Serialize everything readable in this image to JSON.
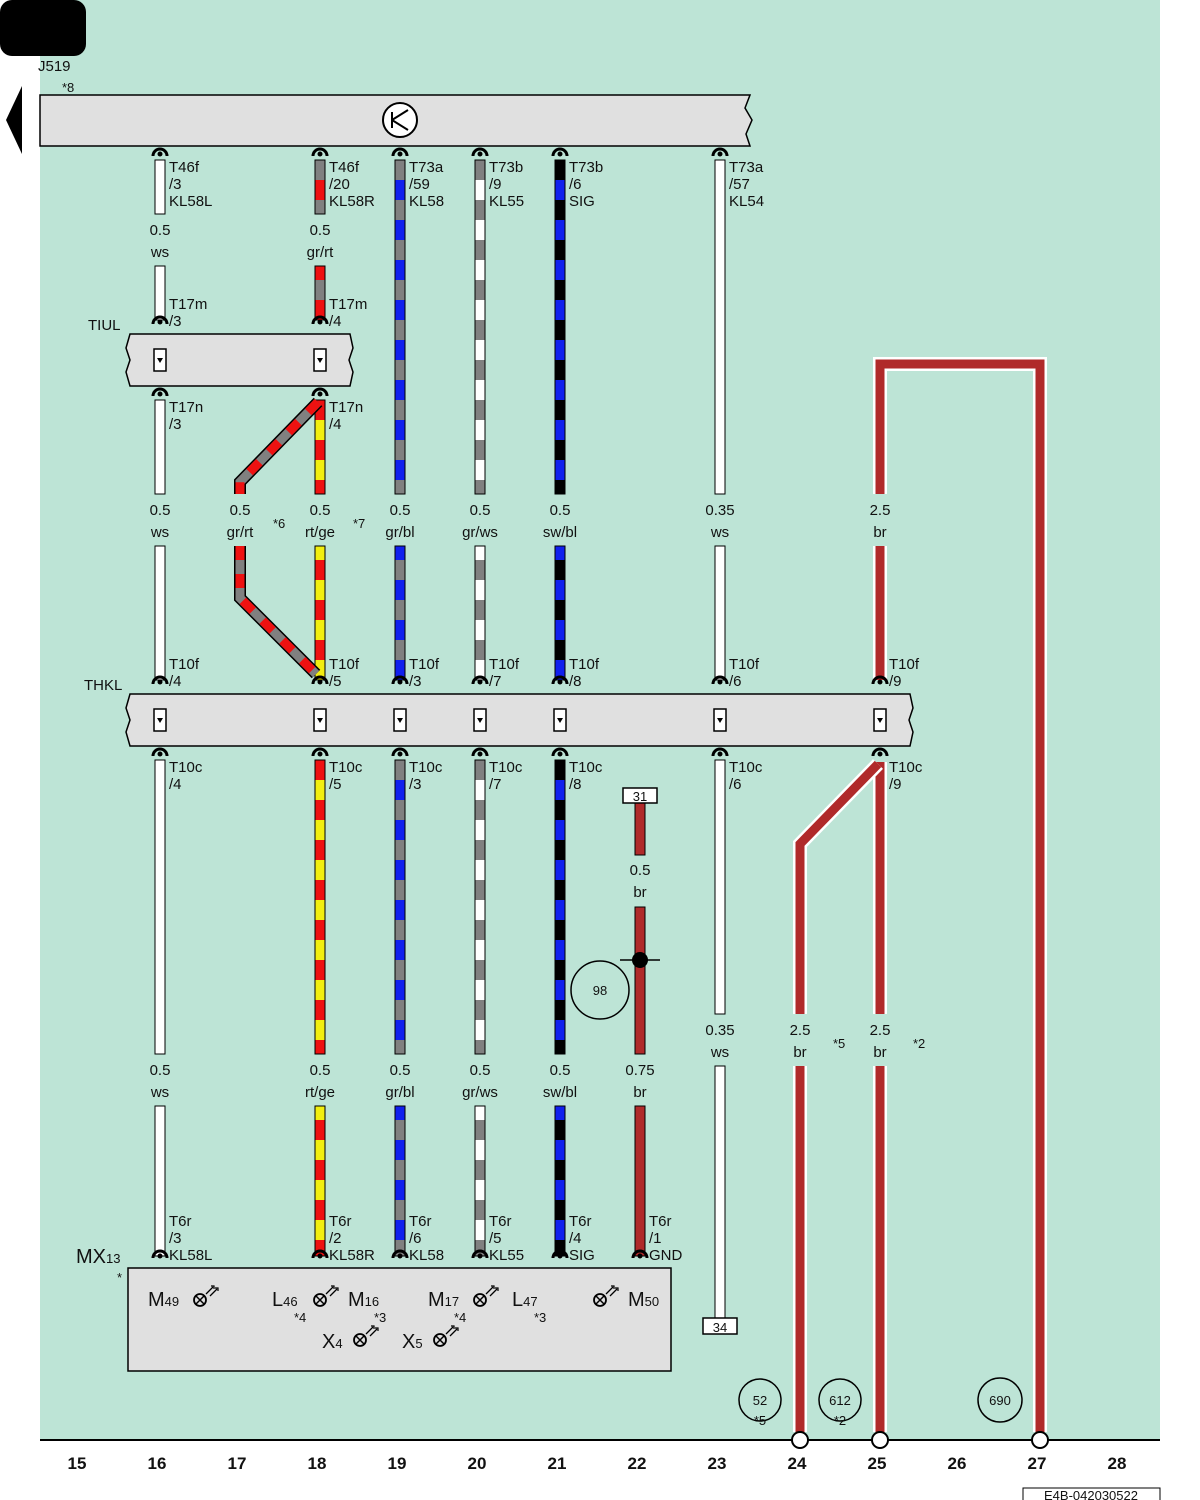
{
  "colors": {
    "background": "#bde4d6",
    "bar": "#e0e0e0",
    "ws": "#ffffff",
    "gr": "#808080",
    "rt": "#ee1111",
    "ge": "#f2ee10",
    "bl": "#1020ee",
    "sw": "#000000",
    "br": "#b02a2a"
  },
  "header": {
    "component": "J519",
    "component_note": "*8",
    "tiul_label": "TIUL",
    "thkl_label": "THKL",
    "mx_label": "MX",
    "mx_sub": "13",
    "mx_note": "*",
    "drawing_id": "E4B-042030522"
  },
  "columns": [
    "15",
    "16",
    "17",
    "18",
    "19",
    "20",
    "21",
    "22",
    "23",
    "24",
    "25",
    "26",
    "27",
    "28"
  ],
  "connectors": {
    "c16_top": [
      "T46f",
      "/3",
      "KL58L"
    ],
    "c18_top": [
      "T46f",
      "/20",
      "KL58R"
    ],
    "c19_top": [
      "T73a",
      "/59",
      "KL58"
    ],
    "c20_top": [
      "T73b",
      "/9",
      "KL55"
    ],
    "c21_top": [
      "T73b",
      "/6",
      "SIG"
    ],
    "c23_top": [
      "T73a",
      "/57",
      "KL54"
    ],
    "c16_t17m": [
      "T17m",
      "/3"
    ],
    "c18_t17m": [
      "T17m",
      "/4"
    ],
    "c16_t17n": [
      "T17n",
      "/3"
    ],
    "c18_t17n": [
      "T17n",
      "/4"
    ],
    "c16_t10f": [
      "T10f",
      "/4"
    ],
    "c18_t10f": [
      "T10f",
      "/5"
    ],
    "c19_t10f": [
      "T10f",
      "/3"
    ],
    "c20_t10f": [
      "T10f",
      "/7"
    ],
    "c21_t10f": [
      "T10f",
      "/8"
    ],
    "c23_t10f": [
      "T10f",
      "/6"
    ],
    "c25_t10f": [
      "T10f",
      "/9"
    ],
    "c16_t10c": [
      "T10c",
      "/4"
    ],
    "c18_t10c": [
      "T10c",
      "/5"
    ],
    "c19_t10c": [
      "T10c",
      "/3"
    ],
    "c20_t10c": [
      "T10c",
      "/7"
    ],
    "c21_t10c": [
      "T10c",
      "/8"
    ],
    "c23_t10c": [
      "T10c",
      "/6"
    ],
    "c25_t10c": [
      "T10c",
      "/9"
    ],
    "c16_t6r": [
      "T6r",
      "/3",
      "KL58L"
    ],
    "c18_t6r": [
      "T6r",
      "/2",
      "KL58R"
    ],
    "c19_t6r": [
      "T6r",
      "/6",
      "KL58"
    ],
    "c20_t6r": [
      "T6r",
      "/5",
      "KL55"
    ],
    "c21_t6r": [
      "T6r",
      "/4",
      "SIG"
    ],
    "c22_t6r": [
      "T6r",
      "/1",
      "GND"
    ]
  },
  "wire_labels": {
    "w16a": [
      "0.5",
      "ws"
    ],
    "w18a": [
      "0.5",
      "gr/rt"
    ],
    "w16b": [
      "0.5",
      "ws"
    ],
    "w17b": [
      "0.5",
      "gr/rt"
    ],
    "w18b": [
      "0.5",
      "rt/ge"
    ],
    "w19b": [
      "0.5",
      "gr/bl"
    ],
    "w20b": [
      "0.5",
      "gr/ws"
    ],
    "w21b": [
      "0.5",
      "sw/bl"
    ],
    "w23b": [
      "0.35",
      "ws"
    ],
    "w25b": [
      "2.5",
      "br"
    ],
    "w22a": [
      "0.5",
      "br"
    ],
    "w23c": [
      "0.35",
      "ws"
    ],
    "w24c": [
      "2.5",
      "br"
    ],
    "w25c": [
      "2.5",
      "br"
    ],
    "w16c": [
      "0.5",
      "ws"
    ],
    "w18c": [
      "0.5",
      "rt/ge"
    ],
    "w19c": [
      "0.5",
      "gr/bl"
    ],
    "w20c": [
      "0.5",
      "gr/ws"
    ],
    "w21c": [
      "0.5",
      "sw/bl"
    ],
    "w22c": [
      "0.75",
      "br"
    ]
  },
  "notes": {
    "n6": "*6",
    "n7": "*7",
    "n5": "*5",
    "n2": "*2"
  },
  "terminals": {
    "t31": "31",
    "t34": "34"
  },
  "refs": {
    "r98": "98",
    "r52": "52",
    "r52_note": "*5",
    "r612": "612",
    "r612_note": "*2",
    "r690": "690"
  },
  "lamps": [
    {
      "main": "M",
      "sub": "49",
      "note": ""
    },
    {
      "main": "L",
      "sub": "46",
      "note": "*4"
    },
    {
      "main": "M",
      "sub": "16",
      "note": "*3"
    },
    {
      "main": "M",
      "sub": "17",
      "note": "*4"
    },
    {
      "main": "L",
      "sub": "47",
      "note": "*3"
    },
    {
      "main": "M",
      "sub": "50",
      "note": ""
    },
    {
      "main": "X",
      "sub": "4",
      "note": ""
    },
    {
      "main": "X",
      "sub": "5",
      "note": ""
    }
  ]
}
